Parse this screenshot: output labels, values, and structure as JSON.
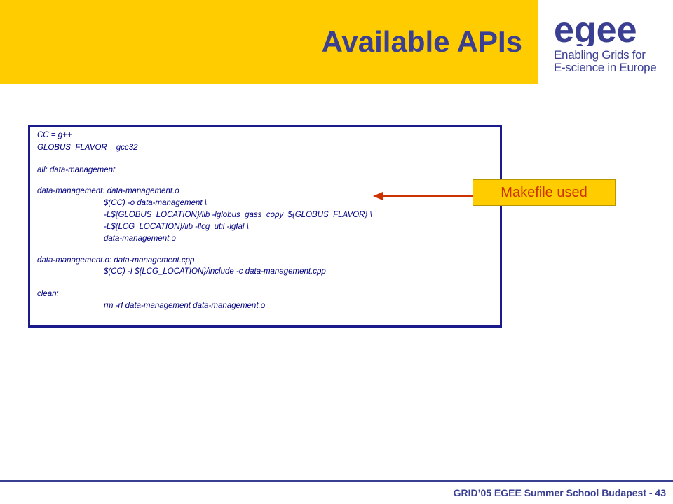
{
  "header": {
    "title": "Available APIs",
    "accent_color": "#ffcc00",
    "title_color": "#3a3f91"
  },
  "logo": {
    "mark": "egee",
    "tagline_line1": "Enabling Grids for",
    "tagline_line2": "E-science in Europe"
  },
  "makefile": {
    "lines": [
      "CC = g++",
      "GLOBUS_FLAVOR = gcc32",
      "all: data-management",
      "data-management: data-management.o",
      "$(CC) -o data-management \\",
      "-L${GLOBUS_LOCATION}/lib -lglobus_gass_copy_${GLOBUS_FLAVOR} \\",
      "-L${LCG_LOCATION}/lib -llcg_util -lgfal \\",
      "data-management.o",
      "data-management.o: data-management.cpp",
      "$(CC) -I ${LCG_LOCATION}/include -c data-management.cpp",
      "clean:",
      "rm -rf data-management data-management.o"
    ]
  },
  "callout": {
    "label": "Makefile used"
  },
  "footer": {
    "text": "GRID’05 EGEE Summer School Budapest - 43"
  }
}
